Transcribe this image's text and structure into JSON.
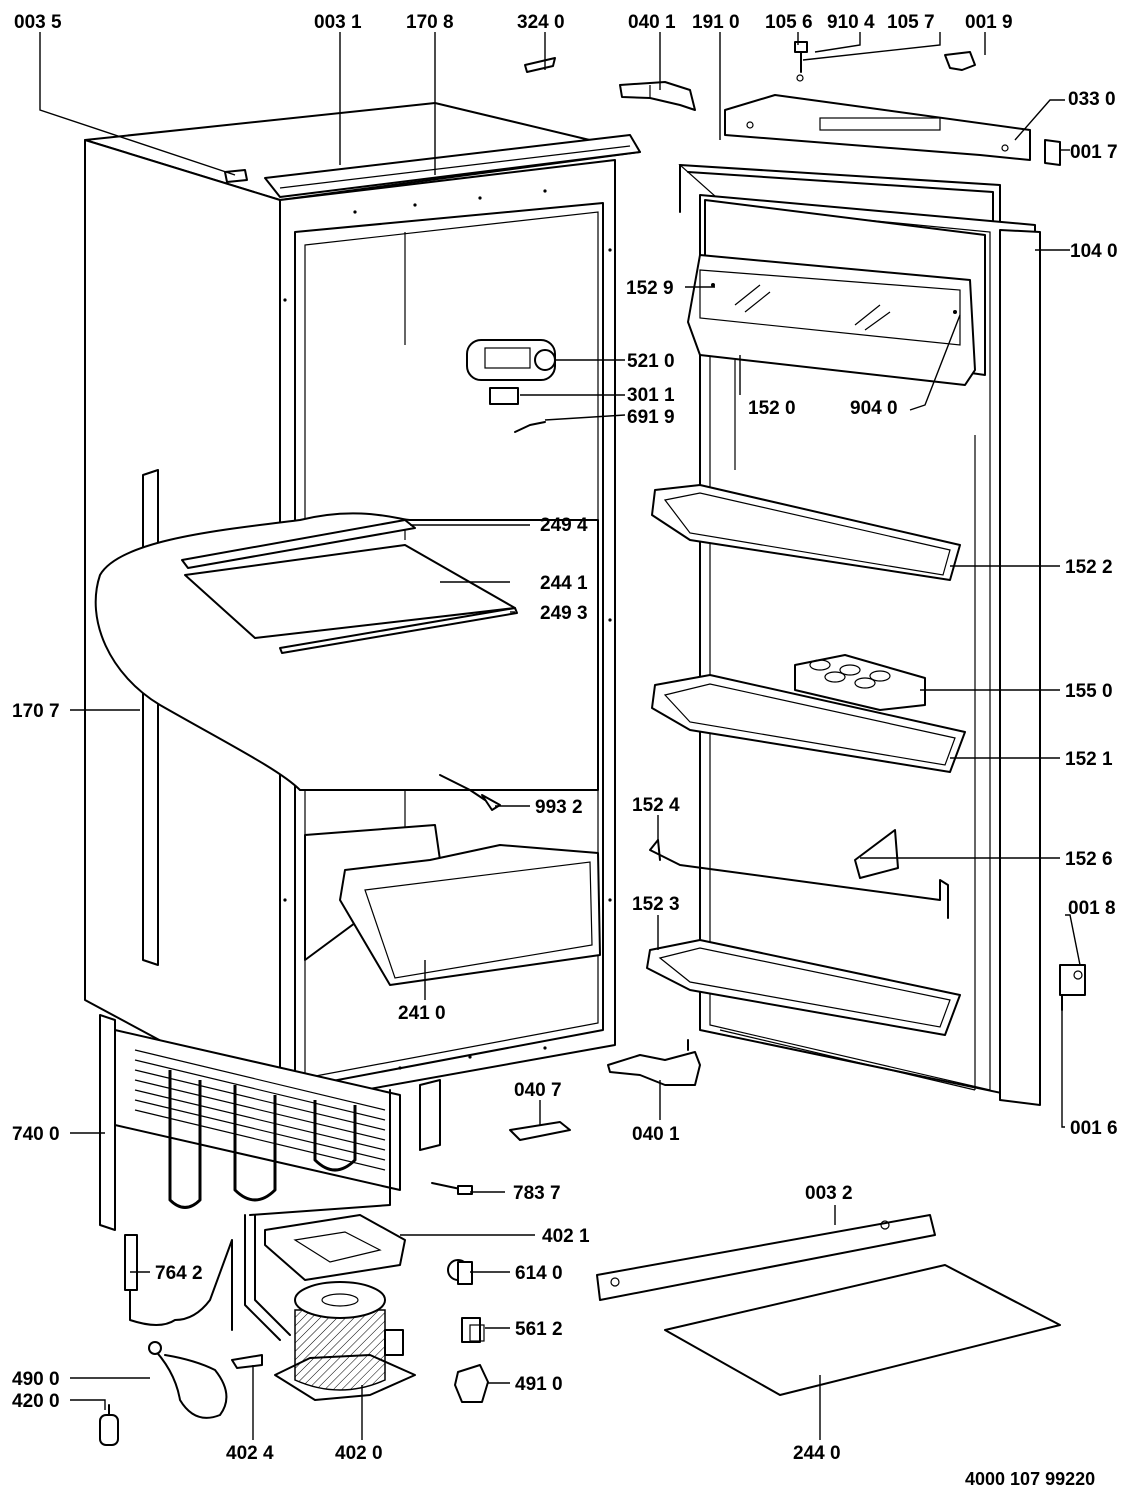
{
  "diagram": {
    "footer_code": "4000 107 99220",
    "labels": [
      {
        "id": "003-5",
        "text": "003 5"
      },
      {
        "id": "003-1",
        "text": "003 1"
      },
      {
        "id": "170-8",
        "text": "170 8"
      },
      {
        "id": "324-0",
        "text": "324 0"
      },
      {
        "id": "040-1-top",
        "text": "040 1"
      },
      {
        "id": "191-0",
        "text": "191 0"
      },
      {
        "id": "105-6",
        "text": "105 6"
      },
      {
        "id": "910-4",
        "text": "910 4"
      },
      {
        "id": "105-7",
        "text": "105 7"
      },
      {
        "id": "001-9",
        "text": "001 9"
      },
      {
        "id": "033-0",
        "text": "033 0"
      },
      {
        "id": "001-7",
        "text": "001 7"
      },
      {
        "id": "104-0",
        "text": "104 0"
      },
      {
        "id": "152-9",
        "text": "152 9"
      },
      {
        "id": "521-0",
        "text": "521 0"
      },
      {
        "id": "301-1",
        "text": "301 1"
      },
      {
        "id": "691-9",
        "text": "691 9"
      },
      {
        "id": "152-0",
        "text": "152 0"
      },
      {
        "id": "904-0",
        "text": "904 0"
      },
      {
        "id": "249-4",
        "text": "249 4"
      },
      {
        "id": "152-2",
        "text": "152 2"
      },
      {
        "id": "244-1",
        "text": "244 1"
      },
      {
        "id": "249-3",
        "text": "249 3"
      },
      {
        "id": "155-0",
        "text": "155 0"
      },
      {
        "id": "170-7",
        "text": "170 7"
      },
      {
        "id": "152-1",
        "text": "152 1"
      },
      {
        "id": "993-2",
        "text": "993 2"
      },
      {
        "id": "152-4",
        "text": "152 4"
      },
      {
        "id": "152-6",
        "text": "152 6"
      },
      {
        "id": "152-3",
        "text": "152 3"
      },
      {
        "id": "001-8",
        "text": "001 8"
      },
      {
        "id": "241-0",
        "text": "241 0"
      },
      {
        "id": "040-7",
        "text": "040 7"
      },
      {
        "id": "040-1-bottom",
        "text": "040 1"
      },
      {
        "id": "740-0",
        "text": "740 0"
      },
      {
        "id": "001-6",
        "text": "001 6"
      },
      {
        "id": "783-7",
        "text": "783 7"
      },
      {
        "id": "003-2",
        "text": "003 2"
      },
      {
        "id": "402-1",
        "text": "402 1"
      },
      {
        "id": "764-2",
        "text": "764 2"
      },
      {
        "id": "614-0",
        "text": "614 0"
      },
      {
        "id": "561-2",
        "text": "561 2"
      },
      {
        "id": "490-0",
        "text": "490 0"
      },
      {
        "id": "491-0",
        "text": "491 0"
      },
      {
        "id": "420-0",
        "text": "420 0"
      },
      {
        "id": "402-4",
        "text": "402 4"
      },
      {
        "id": "402-0",
        "text": "402 0"
      },
      {
        "id": "244-0",
        "text": "244 0"
      }
    ]
  }
}
